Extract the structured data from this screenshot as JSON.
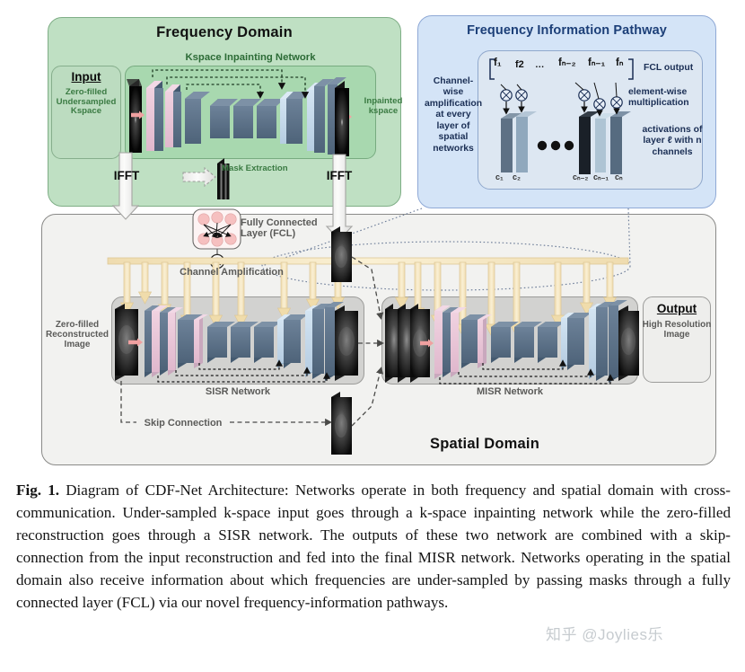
{
  "figure": {
    "panels": {
      "frequency_domain": {
        "title": "Frequency Domain",
        "color": "#bfe0c3",
        "input_box": {
          "title": "Input",
          "subtitle": "Zero-filled Undersampled Kspace"
        },
        "network_title": "Kspace Inpainting Network",
        "output_label": "Inpainted kspace",
        "mask_label": "Mask Extraction",
        "ifft_left": "IFFT",
        "ifft_right": "IFFT"
      },
      "frequency_information_pathway": {
        "title": "Frequency Information Pathway",
        "color": "#d4e4f7",
        "left_caption": "Channel-wise amplification at every layer of spatial networks",
        "fcl_output_label": "FCL output",
        "elementwise_label": "element-wise multiplication",
        "activations_label": "activations of layer ℓ with n channels",
        "fcl_terms": [
          "f₁",
          "f2",
          "…",
          "fₙ₋₂",
          "fₙ₋₁",
          "fₙ"
        ],
        "channel_terms": [
          "c₁",
          "c₂",
          "cₙ₋₂",
          "cₙ₋₁",
          "cₙ"
        ],
        "operator_symbol": "⊗",
        "ellipsis_dots": 3
      },
      "spatial_domain": {
        "title": "Spatial Domain",
        "color": "#f2f2f0",
        "fcl_label": "Fully Connected Layer (FCL)",
        "channel_amplification_label": "Channel Amplification",
        "channel_amplification_symbol": "✱",
        "input_label": "Zero-filled Reconstructed Image",
        "sisr_name": "SISR Network",
        "misr_name": "MISR Network",
        "skip_connection_label": "Skip Connection",
        "output_box": {
          "title": "Output",
          "subtitle": "High Resolution Image"
        }
      }
    },
    "colors": {
      "freq_panel": "#bfe0c3",
      "fip_panel": "#d4e4f7",
      "spatial_panel": "#f2f2f0",
      "green_text": "#2c6b36",
      "blue_text": "#1c3f78",
      "gray_text": "#5b5b59",
      "amplification_arrow": "#f2e0b4",
      "block_pink": "#e8c3d6",
      "block_slate": "#5b7189",
      "block_lightblue": "#c3d7ea"
    }
  },
  "caption": {
    "label": "Fig. 1.",
    "text": "Diagram of CDF-Net Architecture: Networks operate in both frequency and spatial domain with cross-communication. Under-sampled k-space input goes through a k-space inpainting network while the zero-filled reconstruction goes through a SISR network. The outputs of these two network are combined with a skip-connection from the input reconstruction and fed into the final MISR network. Networks operating in the spatial domain also receive information about which frequencies are under-sampled by passing masks through a fully connected layer (FCL) via our novel frequency-information pathways."
  },
  "watermark": {
    "text": "知乎 @Joylies乐"
  }
}
